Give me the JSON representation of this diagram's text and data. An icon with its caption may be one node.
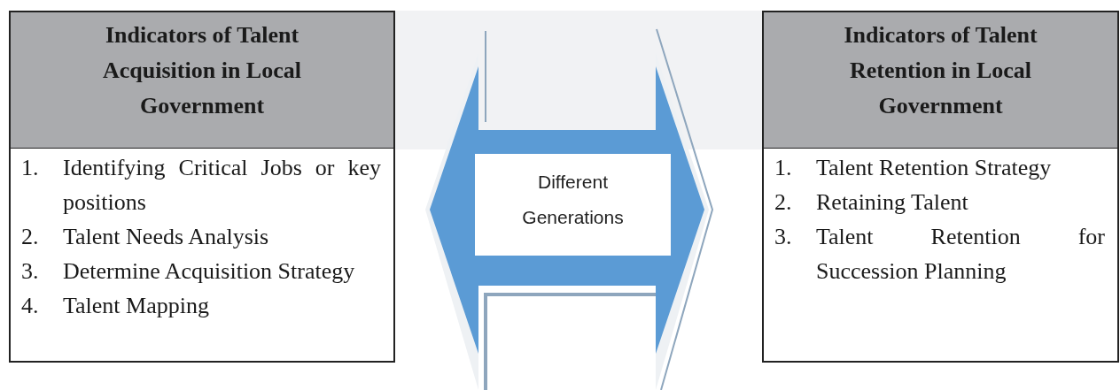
{
  "diagram": {
    "nodes": [
      {
        "text": [
          "Indicators of Talent Acquisition in Local Government"
        ]
      },
      {
        "text": [
          "1. Identifying Critical Jobs or key positions",
          "2. Talent Needs Analysis",
          "3. Determine Acquisition Strategy",
          "4. Talent Mapping"
        ]
      },
      {
        "text": [
          "Different Generations"
        ]
      },
      {
        "text": [
          "Indicators of Talent Retention in Local Government"
        ]
      },
      {
        "text": [
          "1. Talent Retention Strategy",
          "2. Retaining Talent",
          "3. Talent Retention for Succession Planning"
        ]
      }
    ]
  }
}
